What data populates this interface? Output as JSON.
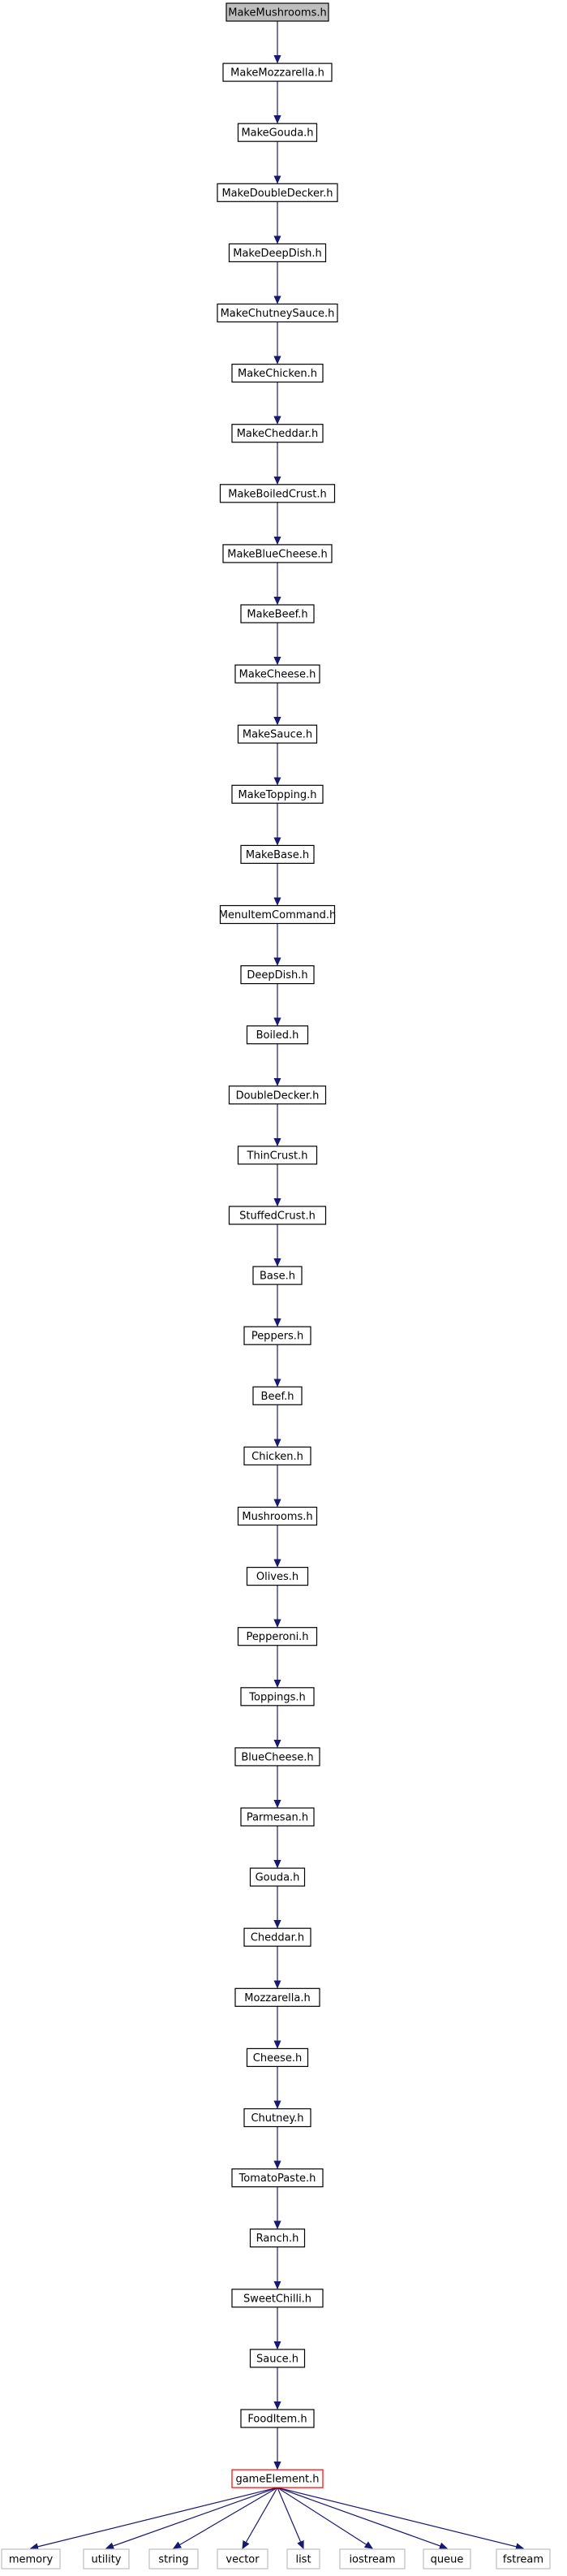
{
  "graph": {
    "colors": {
      "edge": "#191970",
      "root_fill": "#bfbfbf",
      "border": "#000000",
      "highlight_border": "#ff0000",
      "external_border": "#bfbfbf"
    },
    "chain": [
      {
        "label": "MakeMushrooms.h",
        "root": true
      },
      {
        "label": "MakeMozzarella.h"
      },
      {
        "label": "MakeGouda.h"
      },
      {
        "label": "MakeDoubleDecker.h"
      },
      {
        "label": "MakeDeepDish.h"
      },
      {
        "label": "MakeChutneySauce.h"
      },
      {
        "label": "MakeChicken.h"
      },
      {
        "label": "MakeCheddar.h"
      },
      {
        "label": "MakeBoiledCrust.h"
      },
      {
        "label": "MakeBlueCheese.h"
      },
      {
        "label": "MakeBeef.h"
      },
      {
        "label": "MakeCheese.h"
      },
      {
        "label": "MakeSauce.h"
      },
      {
        "label": "MakeTopping.h"
      },
      {
        "label": "MakeBase.h"
      },
      {
        "label": "MenuItemCommand.h"
      },
      {
        "label": "DeepDish.h"
      },
      {
        "label": "Boiled.h"
      },
      {
        "label": "DoubleDecker.h"
      },
      {
        "label": "ThinCrust.h"
      },
      {
        "label": "StuffedCrust.h"
      },
      {
        "label": "Base.h"
      },
      {
        "label": "Peppers.h"
      },
      {
        "label": "Beef.h"
      },
      {
        "label": "Chicken.h"
      },
      {
        "label": "Mushrooms.h"
      },
      {
        "label": "Olives.h"
      },
      {
        "label": "Pepperoni.h"
      },
      {
        "label": "Toppings.h"
      },
      {
        "label": "BlueCheese.h"
      },
      {
        "label": "Parmesan.h"
      },
      {
        "label": "Gouda.h"
      },
      {
        "label": "Cheddar.h"
      },
      {
        "label": "Mozzarella.h"
      },
      {
        "label": "Cheese.h"
      },
      {
        "label": "Chutney.h"
      },
      {
        "label": "TomatoPaste.h"
      },
      {
        "label": "Ranch.h"
      },
      {
        "label": "SweetChilli.h"
      },
      {
        "label": "Sauce.h"
      },
      {
        "label": "FoodItem.h"
      },
      {
        "label": "gameElement.h",
        "highlight": true
      }
    ],
    "leaves": [
      "memory",
      "utility",
      "string",
      "vector",
      "list",
      "iostream",
      "queue",
      "fstream"
    ]
  }
}
